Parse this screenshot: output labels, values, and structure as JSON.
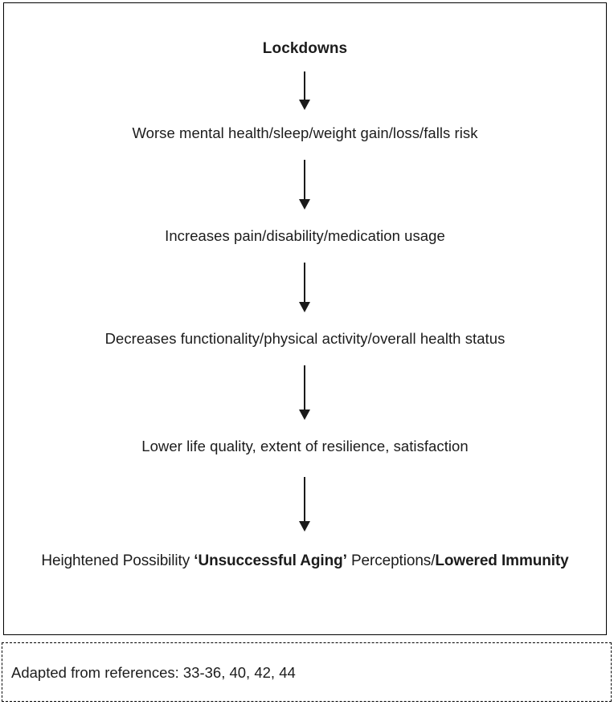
{
  "figure": {
    "type": "flowchart",
    "orientation": "vertical-top-down",
    "title": "Lockdowns",
    "nodes": [
      {
        "id": "node-1",
        "label": "Lockdowns",
        "style": "bold"
      },
      {
        "id": "node-2",
        "label": "Worse mental health/sleep/weight gain/loss/falls risk",
        "style": "regular"
      },
      {
        "id": "node-3",
        "label": "Increases pain/disability/medication usage",
        "style": "regular"
      },
      {
        "id": "node-4",
        "label": "Decreases functionality/physical activity/overall health status",
        "style": "regular"
      },
      {
        "id": "node-5",
        "label": "Lower life quality, extent of resilience, satisfaction",
        "style": "regular"
      },
      {
        "id": "node-6",
        "label": "Heightened Possibility ‘Unsuccessful Aging’ Perceptions/Lowered Immunity",
        "style": "mixed"
      }
    ],
    "final_node_segments": [
      {
        "text": "Heightened Possibility ",
        "bold": false
      },
      {
        "text": "‘Unsuccessful Aging’",
        "bold": true
      },
      {
        "text": " Perceptions/",
        "bold": false
      },
      {
        "text": "Lowered Immunity",
        "bold": true
      }
    ],
    "arrows": [
      {
        "id": "arrow-1",
        "from": "node-1",
        "to": "node-2",
        "glyph": "down-arrow"
      },
      {
        "id": "arrow-2",
        "from": "node-2",
        "to": "node-3",
        "glyph": "down-arrow"
      },
      {
        "id": "arrow-3",
        "from": "node-3",
        "to": "node-4",
        "glyph": "down-arrow"
      },
      {
        "id": "arrow-4",
        "from": "node-4",
        "to": "node-5",
        "glyph": "down-arrow"
      },
      {
        "id": "arrow-5",
        "from": "node-5",
        "to": "node-6",
        "glyph": "down-arrow"
      }
    ]
  },
  "footnote": {
    "text": "Adapted from references: 33-36, 40, 42, 44"
  },
  "colors": {
    "text": "#1c1c1c",
    "border": "#000000",
    "arrow": "#1a1a1a",
    "background": "#ffffff"
  }
}
